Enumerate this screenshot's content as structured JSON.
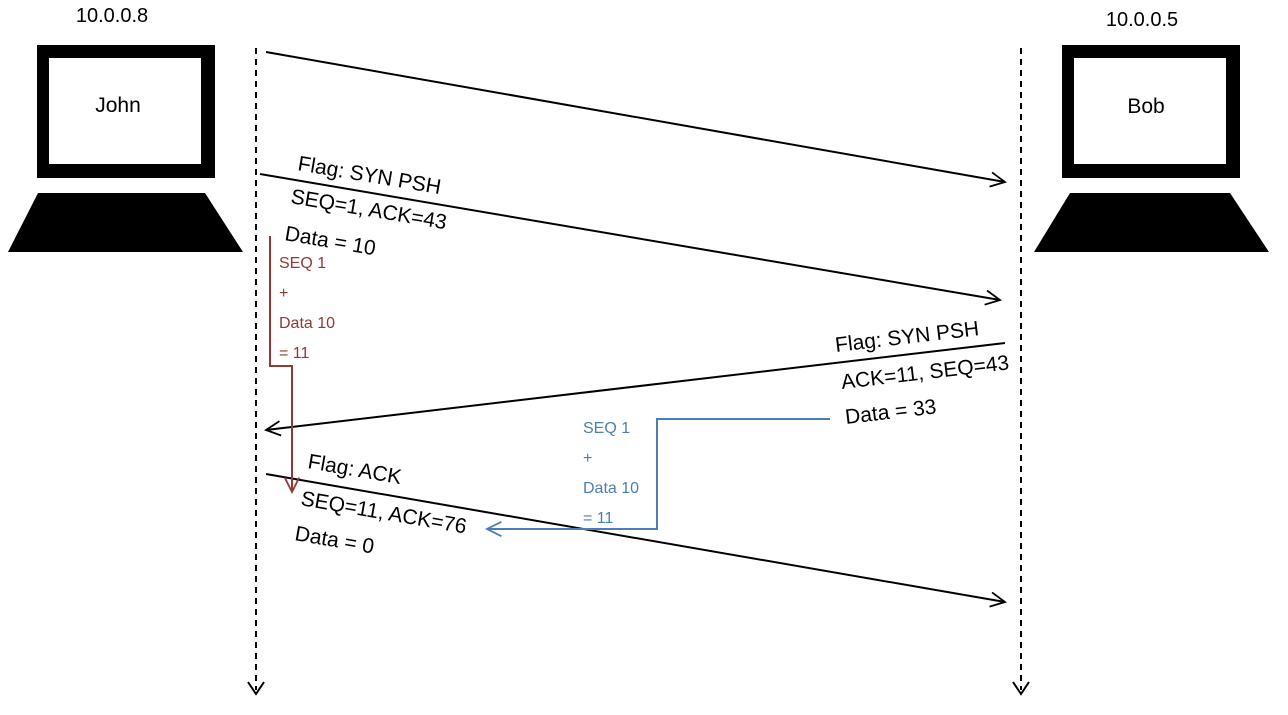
{
  "colors": {
    "ink": "#000000",
    "calc_red": "#953735",
    "calc_blue": "#4a7ebb"
  },
  "hosts": {
    "left": {
      "ip": "10.0.0.8",
      "name": "John",
      "icon": "laptop-icon"
    },
    "right": {
      "ip": "10.0.0.5",
      "name": "Bob",
      "icon": "laptop-icon"
    }
  },
  "messages": [
    {
      "direction": "John→Bob",
      "flag": "",
      "seq_ack": "",
      "data": ""
    },
    {
      "direction": "John→Bob",
      "flag": "Flag: SYN PSH",
      "seq_ack": "SEQ=1, ACK=43",
      "data": "Data = 10"
    },
    {
      "direction": "Bob→John",
      "flag": "Flag: SYN PSH",
      "seq_ack": "ACK=11, SEQ=43",
      "data": "Data = 33"
    },
    {
      "direction": "John→Bob",
      "flag": "Flag: ACK",
      "seq_ack": "SEQ=11, ACK=76",
      "data": "Data = 0"
    }
  ],
  "calc_red": {
    "line1": "SEQ 1",
    "line2": "+",
    "line3": "Data 10",
    "line4": "= 11"
  },
  "calc_blue": {
    "line1": "SEQ 1",
    "line2": "+",
    "line3": "Data 10",
    "line4": "= 11"
  }
}
